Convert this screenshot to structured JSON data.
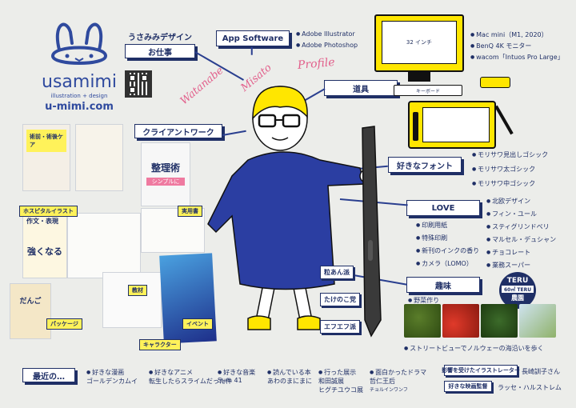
{
  "brand": {
    "name": "usamimi",
    "tagline": "illustration + design",
    "url": "u-mimi.com",
    "design_name": "うさみみデザイン"
  },
  "profile": {
    "line1": "Watanabe",
    "line2": "Misato",
    "line3": "Profile"
  },
  "labels": {
    "work": "お仕事",
    "app": "App Software",
    "tools": "道具",
    "clients": "クライアントワーク",
    "fonts": "好きなフォント",
    "love": "LOVE",
    "hobby": "趣味",
    "recent": "最近の…",
    "influence": "影響を受けたイラストレーター",
    "director": "好きな映画監督"
  },
  "apps": [
    "Adobe Illustrator",
    "Adobe Photoshop"
  ],
  "tools": [
    "Mac mini（M1, 2020）",
    "BenQ 4K モニター",
    "wacom「Intuos Pro Large」"
  ],
  "monitor_label": "32 インチ",
  "keyboard_label": "キーボード",
  "fonts": [
    "モリサワ見出しゴシック",
    "モリサワ太ゴシック",
    "モリサワ中ゴシック"
  ],
  "love_left": [
    "印刷用紙",
    "特殊印刷",
    "新刊のインクの香り",
    "カメラ（LOMO）"
  ],
  "love_right": [
    "北欧デザイン",
    "フィン・ユール",
    "スティグリンドベリ",
    "マルセル・デュシャン",
    "チョコレート",
    "業務スーパー"
  ],
  "hobby_items": [
    "野菜作り"
  ],
  "hobby_caption": "ストリートビューでノルウェーの海沿いを歩く",
  "teru_badge": {
    "top": "TERU",
    "mid": "60㎡ TERU",
    "bottom": "農園"
  },
  "factions": [
    "粒あん派",
    "たけのこ党",
    "エフエフ派"
  ],
  "portfolio_tags": [
    "ホスピタルイラスト",
    "実用書",
    "パッケージ",
    "教材",
    "イベント",
    "キャラクター"
  ],
  "book_titles": {
    "surgery": "術前・術後ケア",
    "organize": "整理術",
    "essay": "作文・表現",
    "essay_big": "強くなる",
    "simple": "シンプルに",
    "dango": "だんご"
  },
  "recent": [
    {
      "category": "好きな漫画",
      "value": "ゴールデンカムイ"
    },
    {
      "category": "好きなアニメ",
      "value": "転生したらスライムだった件"
    },
    {
      "category": "好きな音楽",
      "value": "Sum 41"
    },
    {
      "category": "読んでいる本",
      "value": "あわのまにまに"
    },
    {
      "category": "行った展示",
      "value": "和田誠展",
      "value2": "ヒグチユウコ展"
    },
    {
      "category": "面白かったドラマ",
      "value": "哲仁王后",
      "value2": "チョルインワンフ"
    }
  ],
  "influence_value": "長崎訓子さん",
  "director_value": "ラッセ・ハルストレム",
  "colors": {
    "navy": "#1f2f66",
    "blue": "#2a4aa8",
    "yellow": "#fff25a",
    "pink": "#e25f8b",
    "bg": "#ecedea"
  }
}
